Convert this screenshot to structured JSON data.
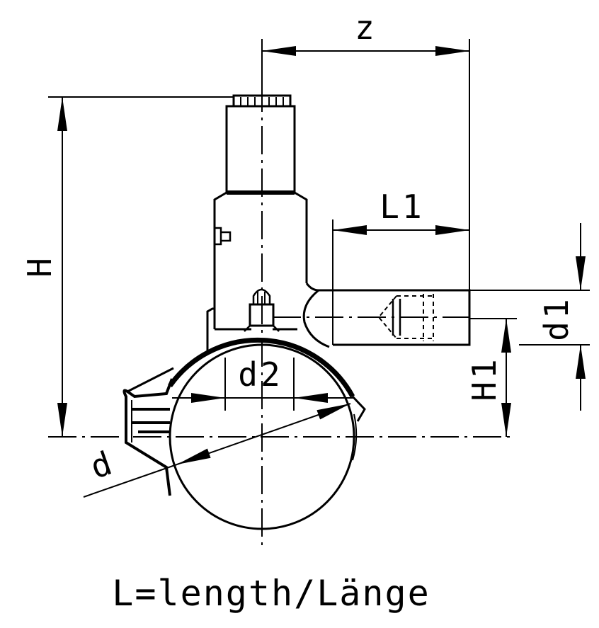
{
  "drawing": {
    "dimensions": {
      "z": "z",
      "H": "H",
      "L1": "L1",
      "d1": "d1",
      "H1": "H1",
      "d2": "d2",
      "d": "d"
    },
    "caption": "L=length/Länge",
    "line_color": "#000000",
    "background": "#ffffff"
  }
}
